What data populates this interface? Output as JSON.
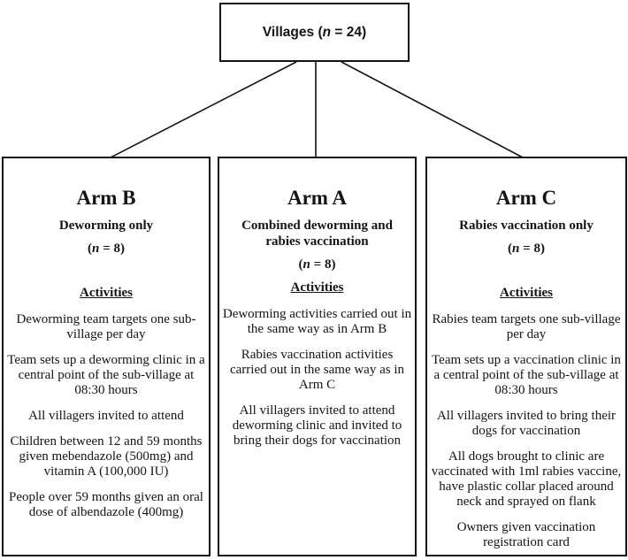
{
  "top_node": {
    "title_parts": [
      "Villages (",
      "n",
      " = 24)"
    ]
  },
  "arms": [
    {
      "id": "arm-b",
      "title": "Arm B",
      "subtitle": "Deworming only",
      "n_parts": [
        "(",
        "n",
        " = 8)"
      ],
      "activities_label": "Activities",
      "paragraphs": [
        "Deworming team targets one sub-village per day",
        "Team sets up a deworming clinic in a central point of the sub-village at 08:30 hours",
        "All villagers invited to attend",
        "Children between 12 and 59 months given mebendazole (500mg) and vitamin A (100,000 IU)",
        "People over 59 months given an oral dose of albendazole (400mg)"
      ]
    },
    {
      "id": "arm-a",
      "title": "Arm A",
      "subtitle": "Combined deworming and rabies vaccination",
      "n_parts": [
        "(",
        "n",
        " = 8)"
      ],
      "activities_label": "Activities",
      "paragraphs": [
        "Deworming activities carried out in the same way as in Arm B",
        "Rabies vaccination activities carried out in the same way as in Arm C",
        "All villagers invited to attend deworming clinic and invited to bring their dogs for vaccination"
      ]
    },
    {
      "id": "arm-c",
      "title": "Arm C",
      "subtitle": "Rabies vaccination only",
      "n_parts": [
        "(",
        "n",
        " = 8)"
      ],
      "activities_label": "Activities",
      "paragraphs": [
        "Rabies team targets one sub-village per day",
        "Team sets up a vaccination clinic in a central point of the sub-village at 08:30 hours",
        "All villagers invited to bring their dogs for vaccination",
        "All dogs brought to clinic are vaccinated with 1ml rabies vaccine, have plastic collar placed around neck and sprayed on flank",
        "Owners given vaccination registration card"
      ]
    }
  ],
  "colors": {
    "ink": "#141414",
    "bg": "#ffffff"
  }
}
